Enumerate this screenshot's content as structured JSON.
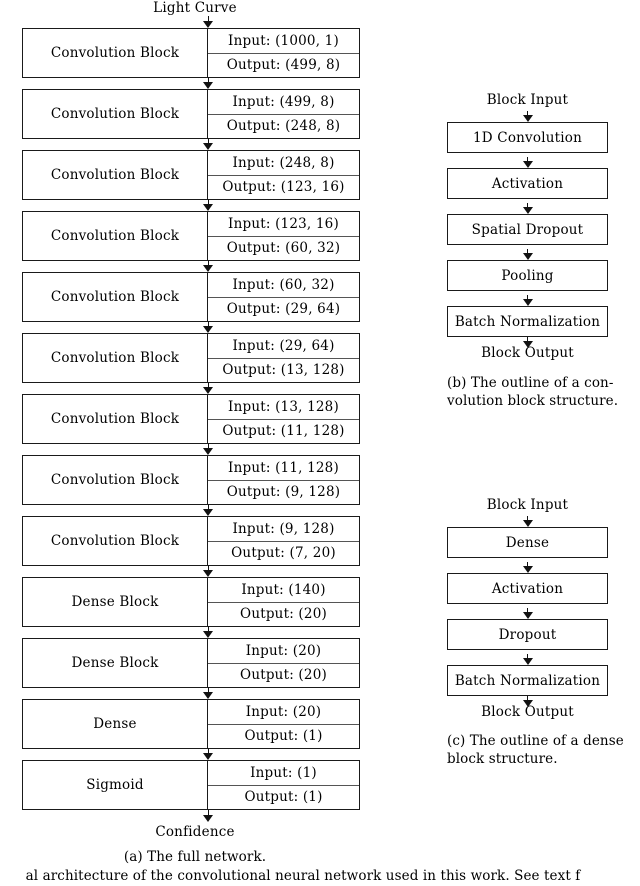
{
  "figure_a": {
    "input_label": "Light Curve",
    "output_label": "Confidence",
    "caption": "(a) The full network.",
    "columns": [
      "Input:",
      "Output:"
    ],
    "rows": [
      {
        "name": "Convolution Block",
        "input": "Input: (1000, 1)",
        "output": "Output: (499, 8)"
      },
      {
        "name": "Convolution Block",
        "input": "Input: (499, 8)",
        "output": "Output: (248, 8)"
      },
      {
        "name": "Convolution Block",
        "input": "Input: (248, 8)",
        "output": "Output: (123, 16)"
      },
      {
        "name": "Convolution Block",
        "input": "Input: (123, 16)",
        "output": "Output: (60, 32)"
      },
      {
        "name": "Convolution Block",
        "input": "Input: (60, 32)",
        "output": "Output: (29, 64)"
      },
      {
        "name": "Convolution Block",
        "input": "Input: (29, 64)",
        "output": "Output: (13, 128)"
      },
      {
        "name": "Convolution Block",
        "input": "Input: (13, 128)",
        "output": "Output: (11, 128)"
      },
      {
        "name": "Convolution Block",
        "input": "Input: (11, 128)",
        "output": "Output: (9, 128)"
      },
      {
        "name": "Convolution Block",
        "input": "Input: (9, 128)",
        "output": "Output: (7, 20)"
      },
      {
        "name": "Dense Block",
        "input": "Input: (140)",
        "output": "Output: (20)"
      },
      {
        "name": "Dense Block",
        "input": "Input: (20)",
        "output": "Output: (20)"
      },
      {
        "name": "Dense",
        "input": "Input: (20)",
        "output": "Output: (1)"
      },
      {
        "name": "Sigmoid",
        "input": "Input: (1)",
        "output": "Output: (1)"
      }
    ]
  },
  "figure_b": {
    "input_label": "Block Input",
    "output_label": "Block Output",
    "caption_line1": "(b) The outline of a con-",
    "caption_line2": "volution block structure.",
    "steps": [
      {
        "label": "1D Convolution"
      },
      {
        "label": "Activation"
      },
      {
        "label": "Spatial Dropout"
      },
      {
        "label": "Pooling"
      },
      {
        "label": "Batch Normalization"
      }
    ]
  },
  "figure_c": {
    "input_label": "Block Input",
    "output_label": "Block Output",
    "caption_line1": "(c) The outline of a dense",
    "caption_line2": "block structure.",
    "steps": [
      {
        "label": "Dense"
      },
      {
        "label": "Activation"
      },
      {
        "label": "Dropout"
      },
      {
        "label": "Batch Normalization"
      }
    ]
  },
  "figure_caption": {
    "text": "al architecture of the convolutional neural network used in this work.  See text f"
  }
}
